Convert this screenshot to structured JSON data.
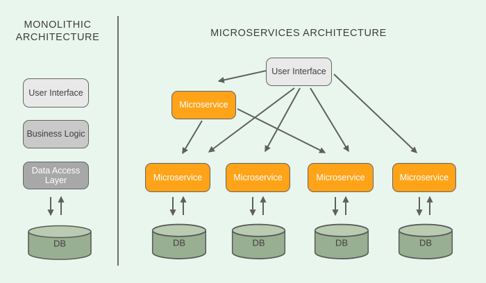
{
  "colors": {
    "background": "#e9f6ed",
    "box_border": "#646464",
    "ui_box_fill": "#e9e9e9",
    "business_logic_fill": "#c9c9c9",
    "data_access_fill": "#a8a8a8",
    "microservice_fill": "#ffa318",
    "db_body_fill": "#99af91",
    "db_top_fill": "#b9cbb1",
    "arrow": "#5f5f5f",
    "title_text": "#3c3c3c"
  },
  "left_panel": {
    "title": "MONOLITHIC ARCHITECTURE",
    "layers": [
      {
        "label": "User Interface"
      },
      {
        "label": "Business Logic"
      },
      {
        "label": "Data Access Layer"
      }
    ],
    "db_label": "DB"
  },
  "right_panel": {
    "title": "MICROSERVICES ARCHITECTURE",
    "user_interface": {
      "label": "User Interface"
    },
    "gateway_microservice": {
      "label": "Microservice"
    },
    "microservices": [
      {
        "label": "Microservice",
        "db_label": "DB"
      },
      {
        "label": "Microservice",
        "db_label": "DB"
      },
      {
        "label": "Microservice",
        "db_label": "DB"
      },
      {
        "label": "Microservice",
        "db_label": "DB"
      }
    ]
  }
}
